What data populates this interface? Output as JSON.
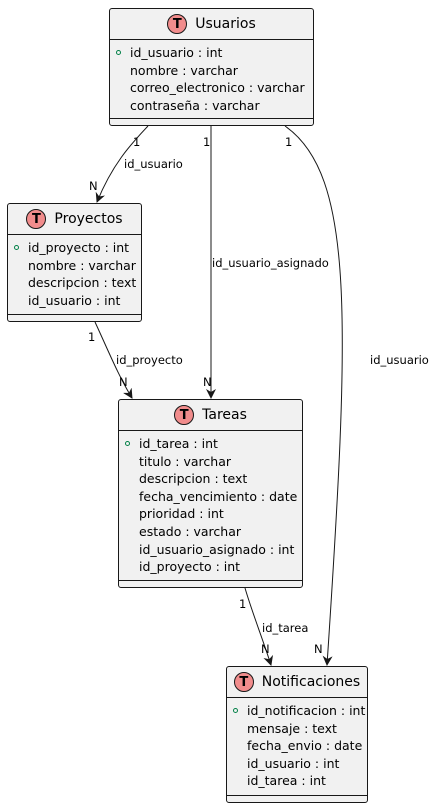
{
  "entities": {
    "usuarios": {
      "badge": "T",
      "name": "Usuarios",
      "fields": [
        {
          "pk": true,
          "text": "id_usuario : int"
        },
        {
          "pk": false,
          "text": "nombre : varchar"
        },
        {
          "pk": false,
          "text": "correo_electronico : varchar"
        },
        {
          "pk": false,
          "text": "contraseña : varchar"
        }
      ]
    },
    "proyectos": {
      "badge": "T",
      "name": "Proyectos",
      "fields": [
        {
          "pk": true,
          "text": "id_proyecto : int"
        },
        {
          "pk": false,
          "text": "nombre : varchar"
        },
        {
          "pk": false,
          "text": "descripcion : text"
        },
        {
          "pk": false,
          "text": "id_usuario : int"
        }
      ]
    },
    "tareas": {
      "badge": "T",
      "name": "Tareas",
      "fields": [
        {
          "pk": true,
          "text": "id_tarea : int"
        },
        {
          "pk": false,
          "text": "titulo : varchar"
        },
        {
          "pk": false,
          "text": "descripcion : text"
        },
        {
          "pk": false,
          "text": "fecha_vencimiento : date"
        },
        {
          "pk": false,
          "text": "prioridad : int"
        },
        {
          "pk": false,
          "text": "estado : varchar"
        },
        {
          "pk": false,
          "text": "id_usuario_asignado : int"
        },
        {
          "pk": false,
          "text": "id_proyecto : int"
        }
      ]
    },
    "notificaciones": {
      "badge": "T",
      "name": "Notificaciones",
      "fields": [
        {
          "pk": true,
          "text": "id_notificacion : int"
        },
        {
          "pk": false,
          "text": "mensaje : text"
        },
        {
          "pk": false,
          "text": "fecha_envio : date"
        },
        {
          "pk": false,
          "text": "id_usuario : int"
        },
        {
          "pk": false,
          "text": "id_tarea : int"
        }
      ]
    }
  },
  "relations": [
    {
      "from": "usuarios",
      "to": "proyectos",
      "label": "id_usuario",
      "from_card": "1",
      "to_card": "N"
    },
    {
      "from": "usuarios",
      "to": "tareas",
      "label": "id_usuario_asignado",
      "from_card": "1",
      "to_card": "N"
    },
    {
      "from": "usuarios",
      "to": "notificaciones",
      "label": "id_usuario",
      "from_card": "1",
      "to_card": "N"
    },
    {
      "from": "proyectos",
      "to": "tareas",
      "label": "id_proyecto",
      "from_card": "1",
      "to_card": "N"
    },
    {
      "from": "tareas",
      "to": "notificaciones",
      "label": "id_tarea",
      "from_card": "1",
      "to_card": "N"
    }
  ],
  "colors": {
    "badge_fill": "#f18c8c",
    "box_fill": "#f1f1f1",
    "border": "#181818",
    "pk_marker": "#038048"
  }
}
